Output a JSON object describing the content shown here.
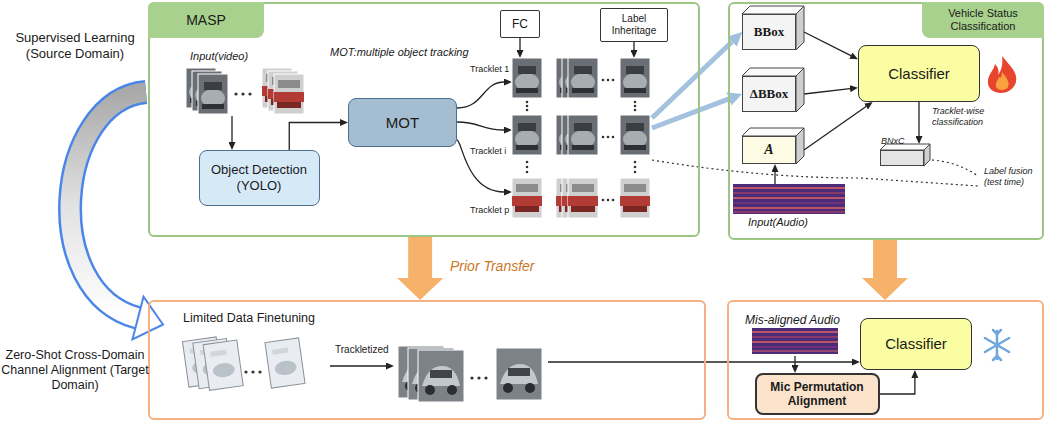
{
  "diagram": {
    "nodes": [
      {
        "text": [
          "MASP"
        ]
      },
      {
        "text": [
          "Object Detection (YOLO)"
        ],
        "in": 0
      },
      {
        "text": [
          "MOT"
        ],
        "in": 0
      },
      {
        "text": [
          "FC"
        ],
        "in": 0
      },
      {
        "text": [
          "Label Inheritage"
        ],
        "in": 0
      },
      {
        "text": [
          "Vehicle Status Classification"
        ]
      },
      {
        "text": [
          "BBox"
        ],
        "in": 5
      },
      {
        "text": [
          "ΔBBox"
        ],
        "in": 5
      },
      {
        "text": [
          "A"
        ],
        "in": 5
      },
      {
        "text": [
          "Classifier"
        ],
        "in": 5
      },
      {
        "text": [
          "BNxC"
        ],
        "in": 5
      },
      {
        "text": [
          "Limited Data Finetuning"
        ]
      },
      {
        "text": [
          "Mis-aligned Audio"
        ]
      },
      {
        "text": [
          "Mic Permutation Alignment"
        ],
        "in": 12
      },
      {
        "text": [
          "Classifier"
        ],
        "in": 12
      }
    ],
    "edges": [
      {
        "from": 1,
        "to": 2,
        "arrow": "to"
      },
      {
        "from": 6,
        "to": 9,
        "arrow": "to"
      },
      {
        "from": 7,
        "to": 9,
        "arrow": "to"
      },
      {
        "from": 8,
        "to": 9,
        "arrow": "to"
      },
      {
        "from": 9,
        "to": 10,
        "arrow": "to"
      },
      {
        "from": 13,
        "to": 14,
        "arrow": "to"
      },
      {
        "from": 0,
        "to": 11,
        "arrow": "to"
      },
      {
        "from": 5,
        "to": 12,
        "arrow": "to"
      }
    ],
    "labels": [
      "Supervised Learning (Source Domain)",
      "Zero-Shot Cross-Domain Channel Alignment (Target Domain)",
      "Input(video)",
      "MOT:multiple object tracking",
      "Tracklet 1",
      "Tracklet i",
      "Tracklet p",
      "Tracklet-wise classification",
      "Input(Audio)",
      "Label fusion (test time)",
      "Prior Transfer",
      "Trackletized"
    ]
  }
}
